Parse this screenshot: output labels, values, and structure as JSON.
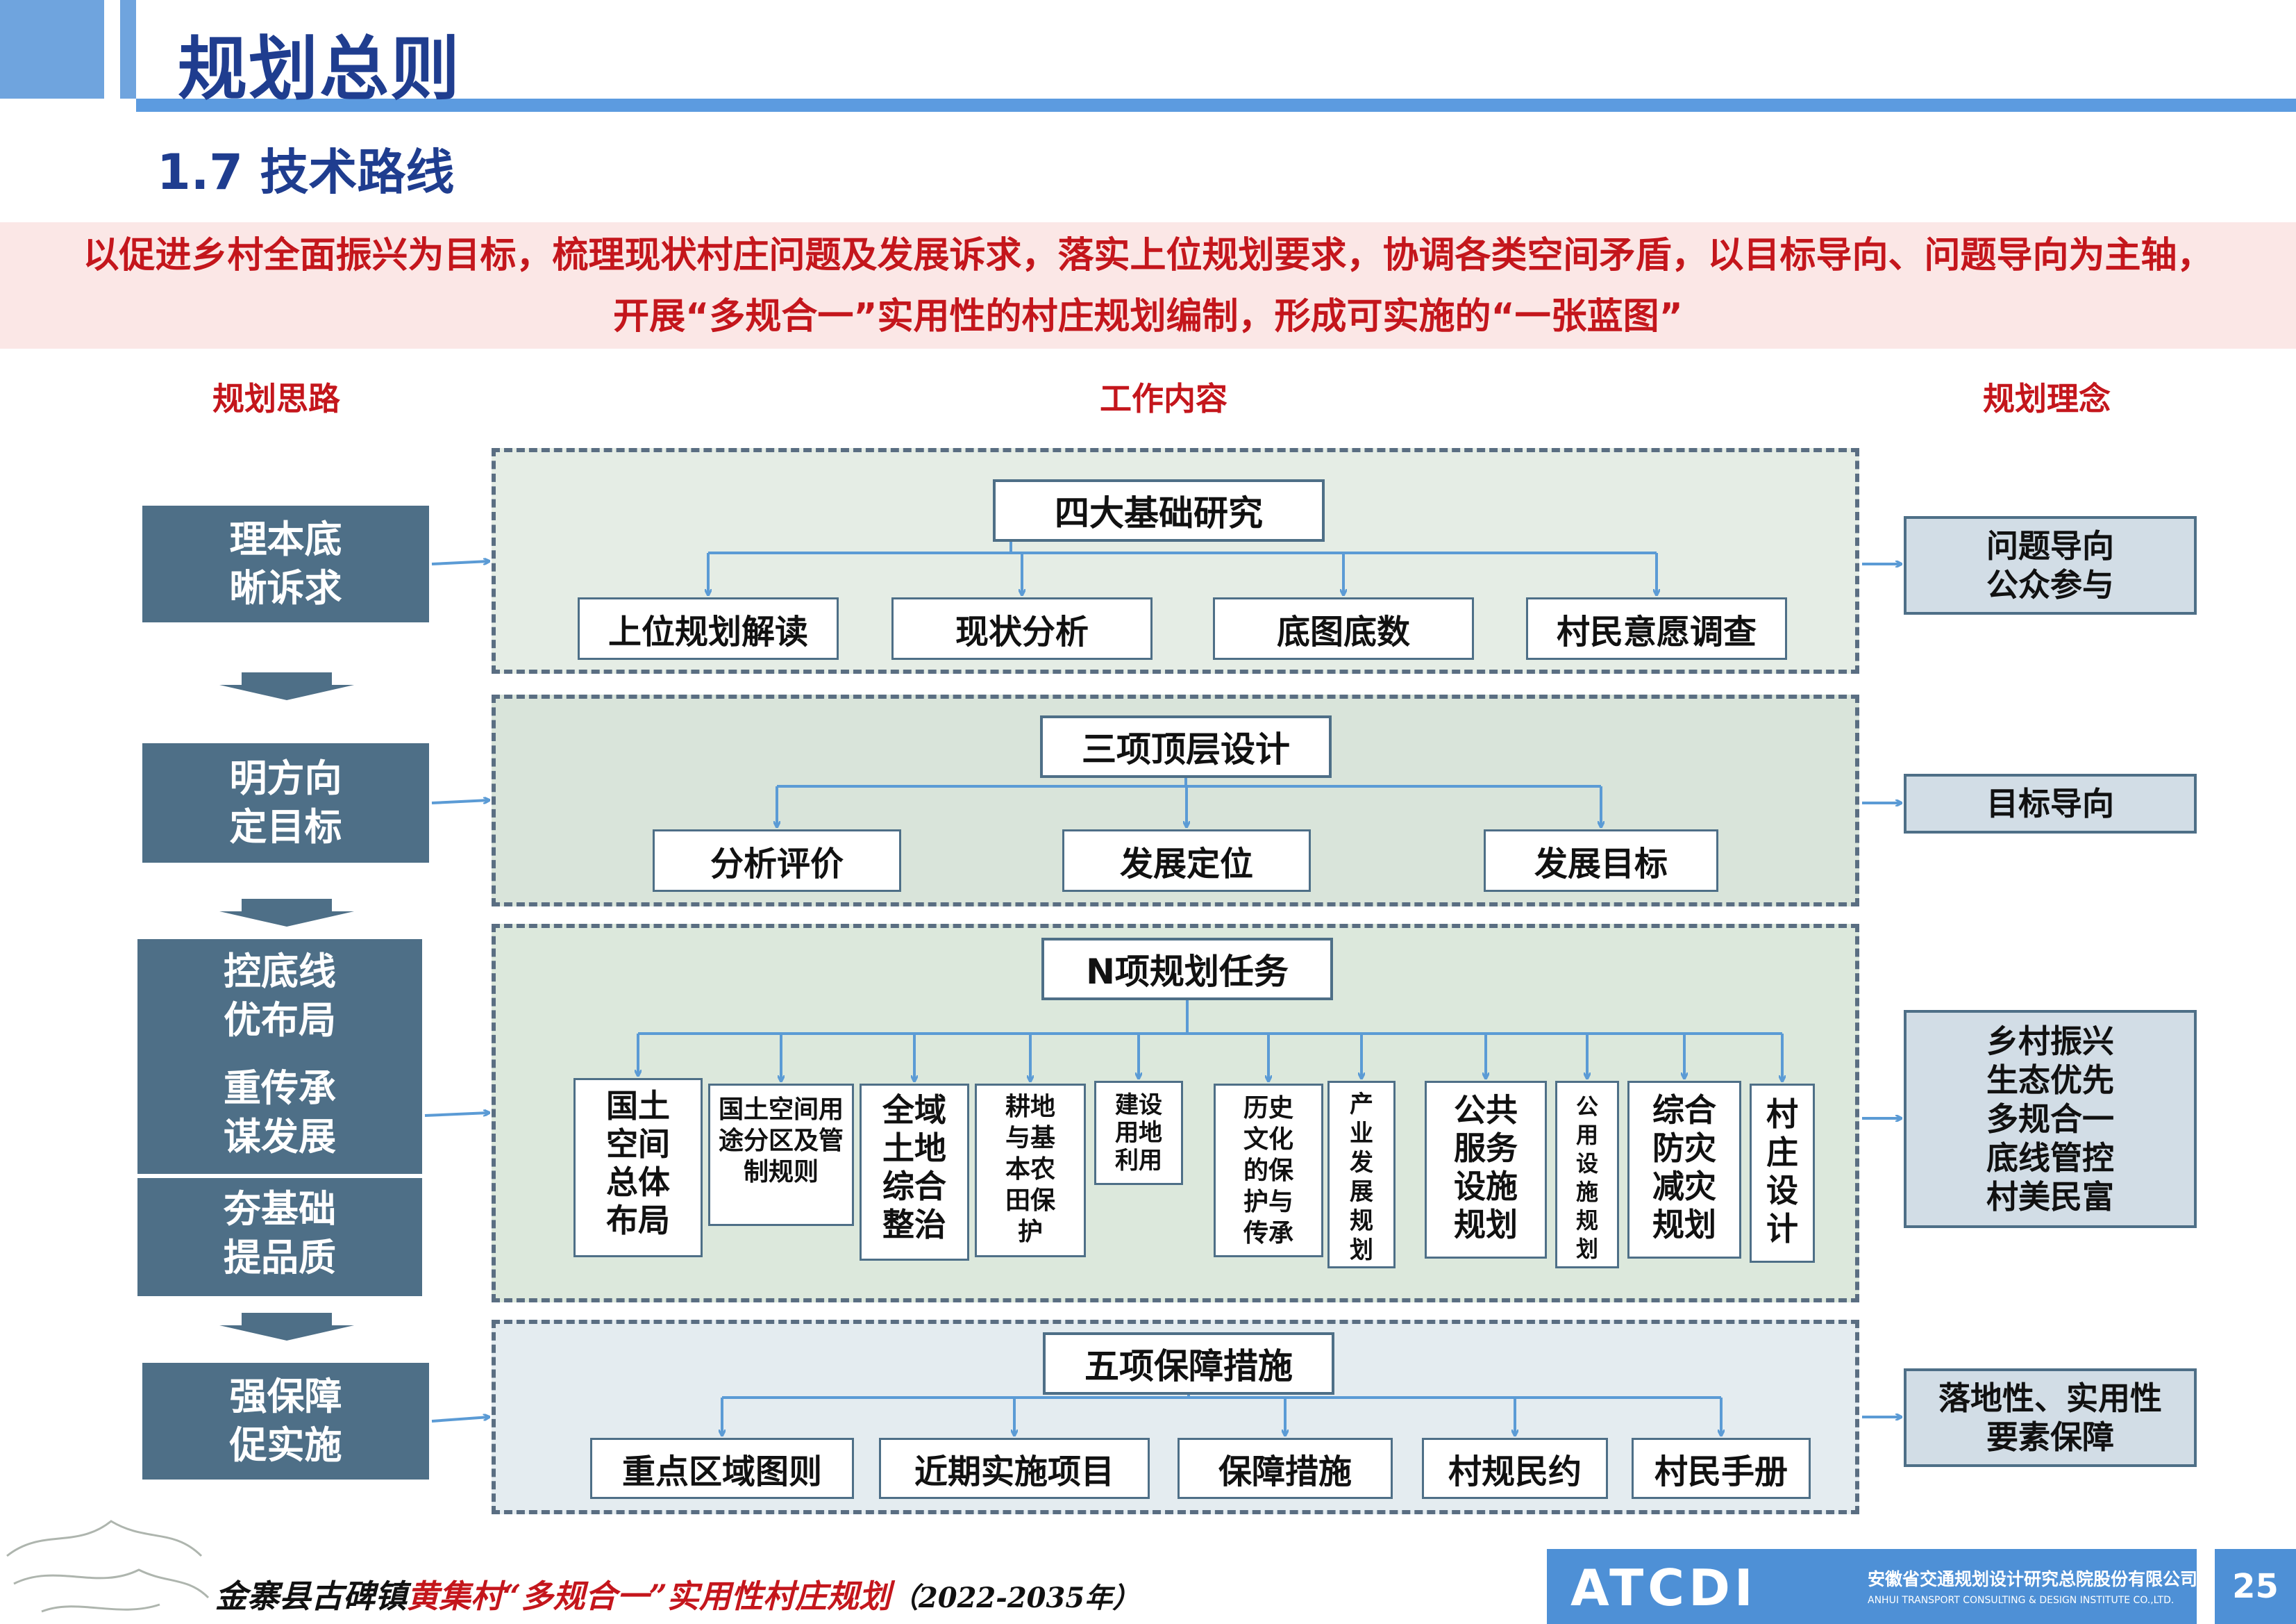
{
  "header": {
    "title": "规划总则",
    "subtitle": "1.7 技术路线"
  },
  "intro": {
    "line1": "以促进乡村全面振兴为目标，梳理现状村庄问题及发展诉求，落实上位规划要求，协调各类空间矛盾，以目标导向、问题导向为主轴，",
    "line2": "开展“多规合一”实用性的村庄规划编制，形成可实施的“一张蓝图”"
  },
  "columns": {
    "left": "规划思路",
    "center": "工作内容",
    "right": "规划理念"
  },
  "left_boxes": [
    {
      "line1": "理本底",
      "line2": "晰诉求"
    },
    {
      "line1": "明方向",
      "line2": "定目标"
    },
    {
      "line1": "控底线",
      "line2": "优布局",
      "line3": "重传承",
      "line4": "谋发展",
      "line5": "夯基础",
      "line6": "提品质"
    },
    {
      "line1": "强保障",
      "line2": "促实施"
    }
  ],
  "sections": [
    {
      "title": "四大基础研究",
      "items": [
        "上位规划解读",
        "现状分析",
        "底图底数",
        "村民意愿调查"
      ]
    },
    {
      "title": "三项顶层设计",
      "items": [
        "分析评价",
        "发展定位",
        "发展目标"
      ]
    },
    {
      "title": "N项规划任务",
      "items": [
        "国土空间总体布局",
        "国土空间用途分区及管制规则",
        "全域土地综合整治",
        "耕地与基本农田保护",
        "建设用地利用",
        "历史文化的保护与传承",
        "产业发展规划",
        "公共服务设施规划",
        "公用设施规划",
        "综合防灾减灾规划",
        "村庄设计"
      ]
    },
    {
      "title": "五项保障措施",
      "items": [
        "重点区域图则",
        "近期实施项目",
        "保障措施",
        "村规民约",
        "村民手册"
      ]
    }
  ],
  "right_boxes": [
    {
      "line1": "问题导向",
      "line2": "公众参与"
    },
    {
      "line1": "目标导向"
    },
    {
      "line1": "乡村振兴",
      "line2": "生态优先",
      "line3": "多规合一",
      "line4": "底线管控",
      "line5": "村美民富"
    },
    {
      "line1": "落地性、实用性",
      "line2": "要素保障"
    }
  ],
  "footer": {
    "prefix": "金寨县古碑镇",
    "highlight": "黄集村“多规合一”实用性村庄规划",
    "period": "（2022-2035年）",
    "logo_text": "ATCDI",
    "company_cn": "安徽省交通规划设计研究总院股份有限公司",
    "company_en": "ANHUI TRANSPORT CONSULTING & DESIGN INSTITUTE CO.,LTD.",
    "page": "25"
  },
  "colors": {
    "accent_blue": "#1f3d8f",
    "red": "#c4161c",
    "box_slate": "#4e6f87",
    "arrow": "#5b9bd5"
  }
}
